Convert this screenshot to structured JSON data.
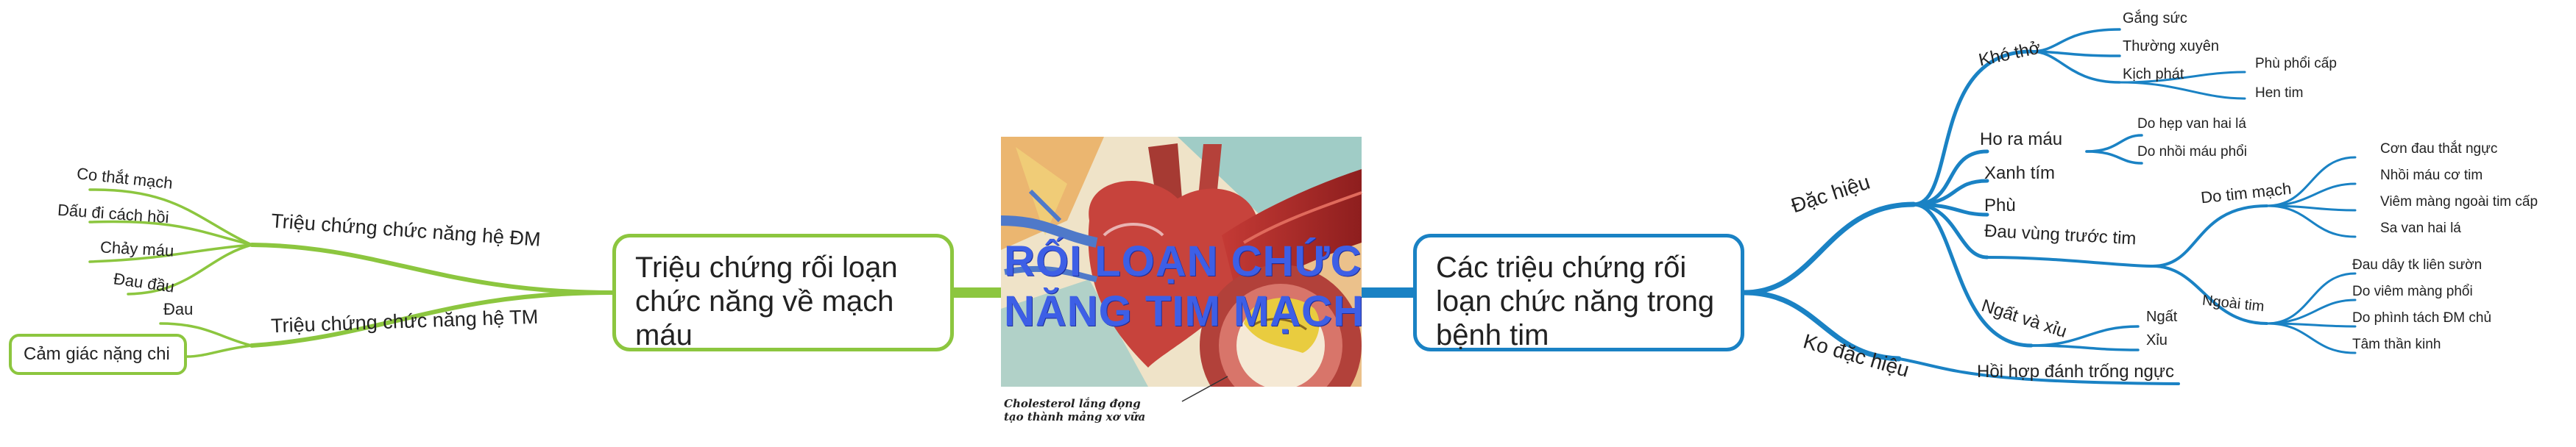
{
  "center": {
    "title": "RỐI LOẠN CHỨC NĂNG TIM MẠCH",
    "caption_line1": "Cholesterol lắng đọng",
    "caption_line2": "tạo thành mảng xơ vữa"
  },
  "left": {
    "main": "Triệu chứng rối loạn chức năng về mạch máu",
    "branches": [
      {
        "label": "Triệu chứng chức năng hệ ĐM",
        "children": [
          "Co thắt mạch",
          "Dấu đi cách hồi",
          "Chảy máu",
          "Đau đầu"
        ]
      },
      {
        "label": "Triệu chứng chức năng hệ TM",
        "children": [
          "Đau",
          "Cảm giác nặng chi"
        ]
      }
    ]
  },
  "right": {
    "main": "Các triệu chứng rối loạn chức năng trong bệnh tim",
    "dac_hieu": {
      "label": "Đặc hiệu",
      "kho_tho": {
        "label": "Khó thở",
        "children": [
          "Gắng sức",
          "Thường xuyên",
          "Kịch phát"
        ],
        "kich_phat": [
          "Phù phổi cấp",
          "Hen tim"
        ]
      },
      "ho_ra_mau": {
        "label": "Ho ra máu",
        "children": [
          "Do hẹp van hai lá",
          "Do nhồi máu phổi"
        ]
      },
      "xanh_tim": "Xanh tím",
      "phu": "Phù",
      "dau_vung": {
        "label": "Đau vùng trước tim",
        "do_tim_mach": {
          "label": "Do tim mạch",
          "children": [
            "Cơn đau thắt ngực",
            "Nhồi máu cơ tim",
            "Viêm màng ngoài tim cấp",
            "Sa van hai lá"
          ]
        },
        "ngoai_tim": {
          "label": "Ngoài tim",
          "children": [
            "Đau dây tk liên sườn",
            "Do viêm màng phổi",
            "Do phình tách ĐM chủ",
            "Tâm thần kinh"
          ]
        }
      },
      "ngat_xiu": {
        "label": "Ngất và xỉu",
        "children": [
          "Ngất",
          "Xỉu"
        ]
      }
    },
    "ko_dac_hieu": {
      "label": "Ko đặc hiệu",
      "children": [
        "Hồi hợp đánh trống ngực"
      ]
    }
  },
  "colors": {
    "left_branch": "#8cc63f",
    "right_branch": "#1a82c4",
    "title": "#3d5fe6"
  }
}
